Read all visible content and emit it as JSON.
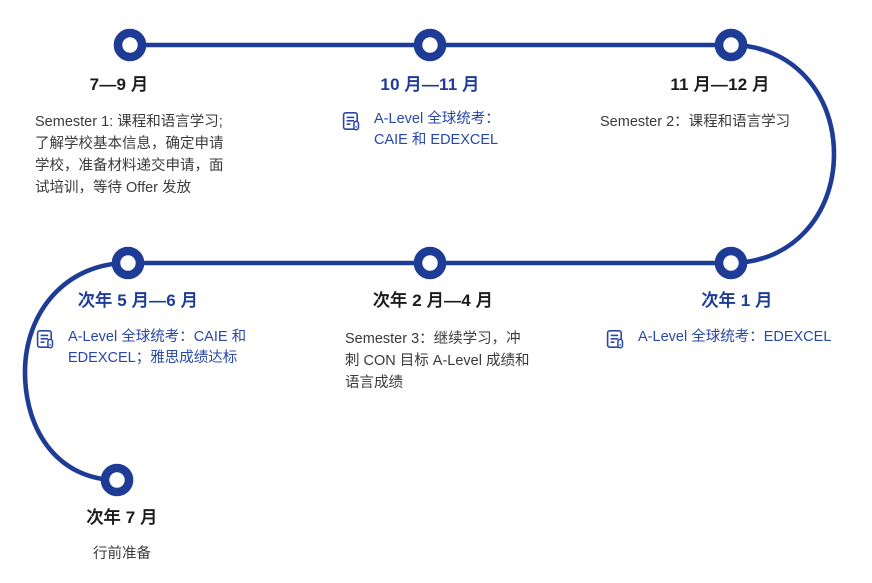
{
  "diagram": {
    "type": "timeline",
    "colors": {
      "line": "#1e3c96",
      "node_fill": "#ffffff",
      "title_dark": "#1c1c1c",
      "title_blue": "#1e3c96",
      "body_text": "#3a3a3a",
      "link_blue": "#2847a8",
      "background": "#ffffff"
    },
    "items": [
      {
        "title": "7—9 月",
        "style": "dark",
        "description": "Semester 1: 课程和语言学习;\n了解学校基本信息，确定申请\n学校，准备材料递交申请，面\n试培训，等待 Offer 发放",
        "icon": null
      },
      {
        "title": "10 月—11 月",
        "style": "blue",
        "description": "A-Level 全球统考：\nCAIE 和 EDEXCEL",
        "icon": "exam-paper-icon"
      },
      {
        "title": "11 月—12 月",
        "style": "dark",
        "description": "Semester 2：课程和语言学习",
        "icon": null
      },
      {
        "title": "次年 1 月",
        "style": "blue",
        "description": "A-Level 全球统考：EDEXCEL",
        "icon": "exam-paper-icon"
      },
      {
        "title": "次年 2 月—4 月",
        "style": "dark",
        "description": "Semester 3：继续学习，冲\n刺 CON 目标 A-Level 成绩和\n语言成绩",
        "icon": null
      },
      {
        "title": "次年 5 月—6 月",
        "style": "blue",
        "description": "A-Level 全球统考：CAIE 和\nEDEXCEL；雅思成绩达标",
        "icon": "exam-paper-icon"
      },
      {
        "title": "次年 7 月",
        "style": "dark",
        "description": "行前准备",
        "icon": null
      }
    ]
  }
}
